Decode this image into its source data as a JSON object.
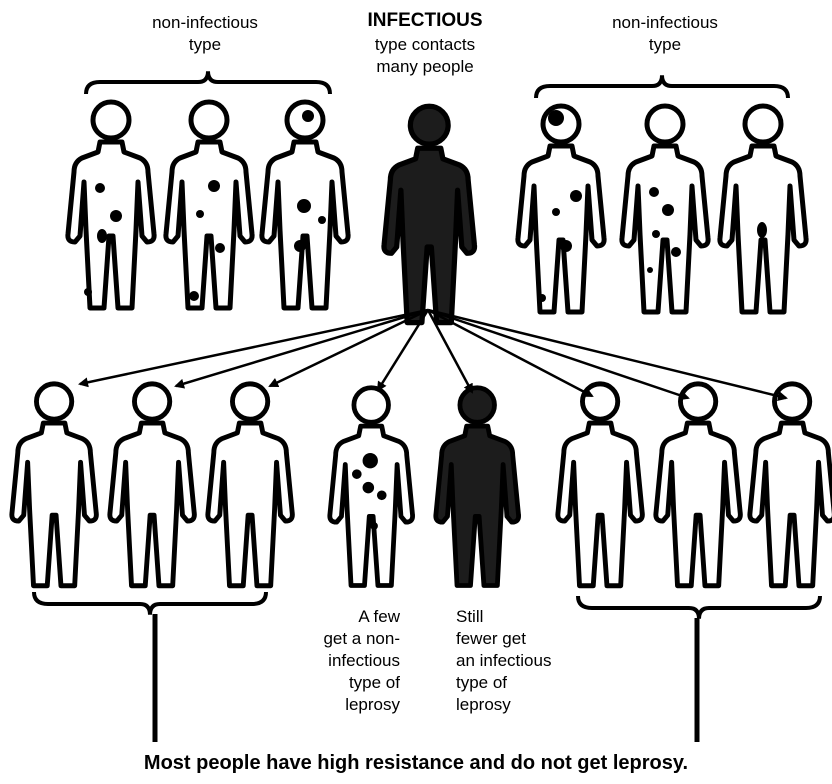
{
  "labels": {
    "top_left_group": "non-infectious\ntype",
    "center_title": "INFECTIOUS",
    "center_subtitle": "type contacts\nmany people",
    "top_right_group": "non-infectious\ntype",
    "few_noninfectious": "A few\nget a non-\ninfectious\ntype of\nleprosy",
    "fewer_infectious": "Still\nfewer get\nan infectious\ntype of\nleprosy",
    "caption": "Most people have high resistance and do not get leprosy."
  },
  "colors": {
    "ink": "#000000",
    "infectious_fill": "#1c1c1c",
    "healthy_fill": "#ffffff"
  }
}
